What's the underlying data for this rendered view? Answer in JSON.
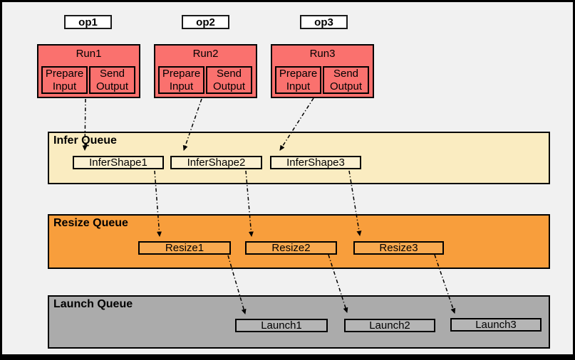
{
  "ops": [
    {
      "label": "op1"
    },
    {
      "label": "op2"
    },
    {
      "label": "op3"
    }
  ],
  "runs": [
    {
      "title": "Run1",
      "left_task": "Prepare Input",
      "right_task": "Send Output"
    },
    {
      "title": "Run2",
      "left_task": "Prepare Input",
      "right_task": "Send Output"
    },
    {
      "title": "Run3",
      "left_task": "Prepare Input",
      "right_task": "Send Output"
    }
  ],
  "queues": {
    "infer": {
      "title": "Infer Queue",
      "items": [
        "InferShape1",
        "InferShape2",
        "InferShape3"
      ]
    },
    "resize": {
      "title": "Resize Queue",
      "items": [
        "Resize1",
        "Resize2",
        "Resize3"
      ]
    },
    "launch": {
      "title": "Launch Queue",
      "items": [
        "Launch1",
        "Launch2",
        "Launch3"
      ]
    }
  },
  "edges": [
    {
      "from": "Run1",
      "to": "InferShape1"
    },
    {
      "from": "Run2",
      "to": "InferShape2"
    },
    {
      "from": "Run3",
      "to": "InferShape3"
    },
    {
      "from": "InferShape1",
      "to": "Resize1"
    },
    {
      "from": "InferShape2",
      "to": "Resize2"
    },
    {
      "from": "InferShape3",
      "to": "Resize3"
    },
    {
      "from": "Resize1",
      "to": "Launch1"
    },
    {
      "from": "Resize2",
      "to": "Launch2"
    },
    {
      "from": "Resize3",
      "to": "Launch3"
    }
  ],
  "colors": {
    "bg": "#f1f1f1",
    "salmon": "#fa716e",
    "cream": "#faecc1",
    "cream_item": "#fcf1d2",
    "orange": "#f89e3c",
    "orange_item": "#f9a94f",
    "gray": "#ababab",
    "gray_item": "#b5b5b5"
  }
}
